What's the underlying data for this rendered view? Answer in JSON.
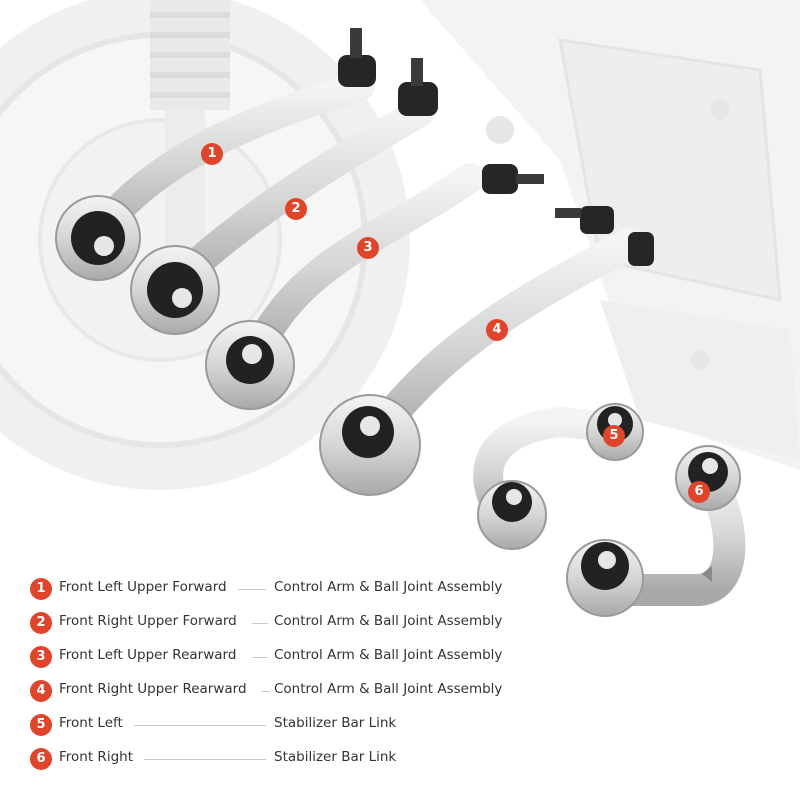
{
  "colors": {
    "accent": "#e0452b",
    "text": "#333333",
    "background": "#ffffff",
    "metal": "#d9d9d9",
    "rubber": "#222222"
  },
  "badges": [
    "1",
    "2",
    "3",
    "4",
    "5",
    "6"
  ],
  "legend": [
    {
      "num": "1",
      "position": "Front Left Upper Forward",
      "description": "Control Arm & Ball Joint Assembly"
    },
    {
      "num": "2",
      "position": "Front Right Upper Forward",
      "description": "Control Arm & Ball Joint Assembly"
    },
    {
      "num": "3",
      "position": "Front Left Upper Rearward",
      "description": "Control Arm & Ball Joint Assembly"
    },
    {
      "num": "4",
      "position": "Front Right Upper Rearward",
      "description": "Control Arm & Ball Joint Assembly"
    },
    {
      "num": "5",
      "position": "Front Left",
      "description": "Stabilizer Bar Link"
    },
    {
      "num": "6",
      "position": "Front Right",
      "description": "Stabilizer Bar Link"
    }
  ]
}
